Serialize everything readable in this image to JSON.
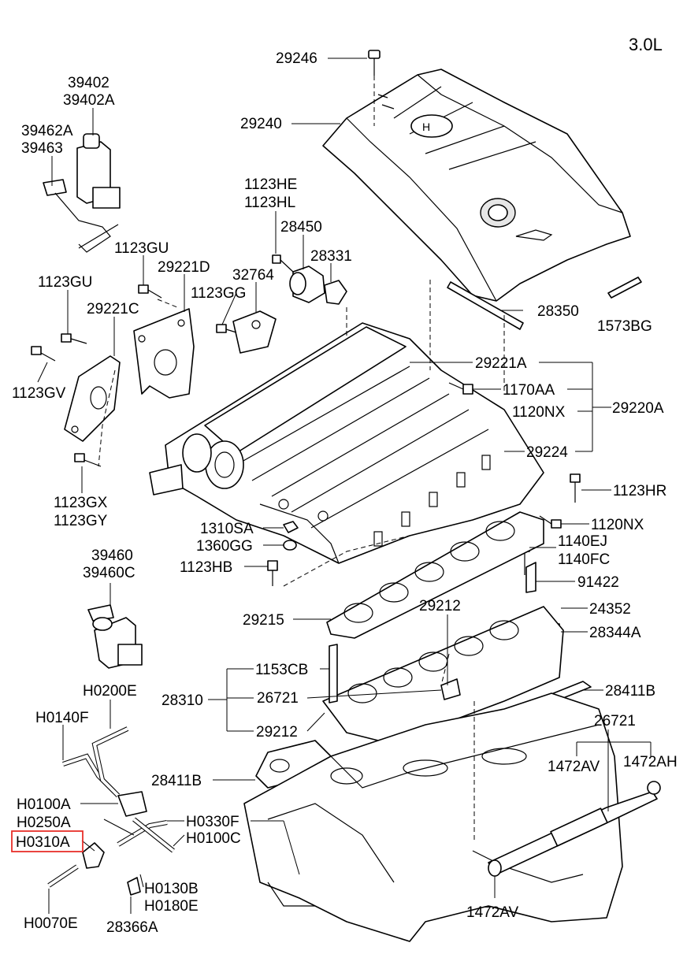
{
  "engine": "3.0L",
  "highlighted_part": "H0310A",
  "labels": {
    "p29246": "29246",
    "p29240": "29240",
    "p39402": "39402",
    "p39402A": "39402A",
    "p39462A": "39462A",
    "p39463": "39463",
    "p1123HE": "1123HE",
    "p1123HL": "1123HL",
    "p28450": "28450",
    "p28331": "28331",
    "p1123GU_a": "1123GU",
    "p29221D": "29221D",
    "p32764": "32764",
    "p1123GG": "1123GG",
    "p1123GU_b": "1123GU",
    "p29221C": "29221C",
    "p28350": "28350",
    "p1573BG": "1573BG",
    "p1123GV": "1123GV",
    "p29221A": "29221A",
    "p1170AA": "1170AA",
    "p1120NX_a": "1120NX",
    "p29220A": "29220A",
    "p29224": "29224",
    "p1123GX": "1123GX",
    "p1123GY": "1123GY",
    "p1123HR": "1123HR",
    "p1120NX_b": "1120NX",
    "p1310SA": "1310SA",
    "p1360GG": "1360GG",
    "p1140EJ": "1140EJ",
    "p1140FC": "1140FC",
    "p1123HB": "1123HB",
    "p91422": "91422",
    "p39460": "39460",
    "p39460C": "39460C",
    "p29215": "29215",
    "p29212_a": "29212",
    "p24352": "24352",
    "p28344A": "28344A",
    "p1153CB": "1153CB",
    "p28310": "28310",
    "p26721_a": "26721",
    "p29212_b": "29212",
    "p28411B_a": "28411B",
    "pH0200E": "H0200E",
    "pH0140F": "H0140F",
    "p26721_b": "26721",
    "p28411B_b": "28411B",
    "p1472AV_a": "1472AV",
    "p1472AH": "1472AH",
    "pH0100A": "H0100A",
    "pH0250A": "H0250A",
    "pH0330F": "H0330F",
    "pH0310A": "H0310A",
    "pH0100C": "H0100C",
    "pH0130B": "H0130B",
    "pH0180E": "H0180E",
    "pH0070E": "H0070E",
    "p28366A": "28366A",
    "p1472AV_b": "1472AV"
  }
}
